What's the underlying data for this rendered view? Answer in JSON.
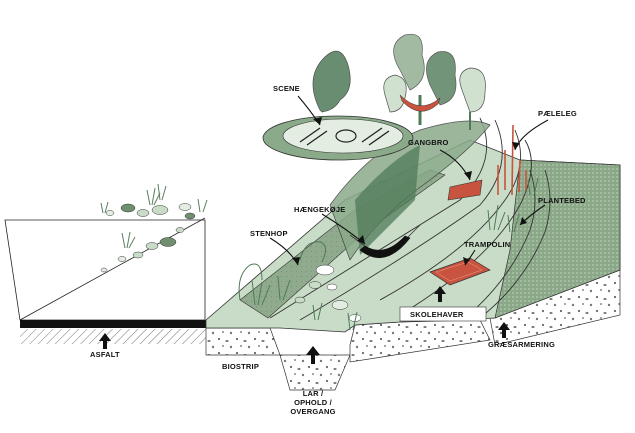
{
  "labels": {
    "scene": "SCENE",
    "gangbro": "GANGBRO",
    "paeleleg": "PÆLELEG",
    "haengekoeje": "HÆNGEKØJE",
    "stenhop": "STENHOP",
    "plantebed": "PLANTEBED",
    "trampolin": "TRAMPOLIN",
    "skolehaver": "SKOLEHAVER",
    "asfalt": "ASFALT",
    "biostrip": "BIOSTRIP",
    "graesarmering": "GRÆSARMERING",
    "lar_line1": "LAR /",
    "lar_line2": "OPHOLD /",
    "lar_line3": "OVERGANG"
  },
  "colors": {
    "green_dark": "#4f7a58",
    "green_mid": "#8aaa8a",
    "green_light": "#c9dcc7",
    "green_pale": "#e3ede1",
    "accent_red": "#c8533e",
    "asphalt": "#111111"
  }
}
